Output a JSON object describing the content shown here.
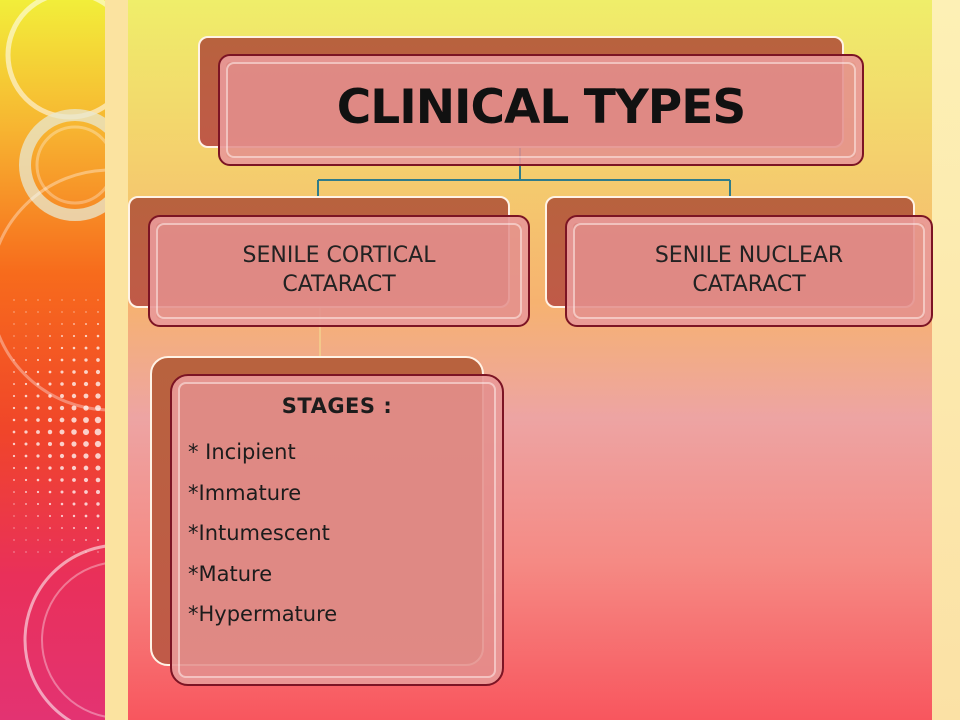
{
  "diagram": {
    "title": "CLINICAL TYPES",
    "branches": [
      {
        "label": "SENILE CORTICAL CATARACT"
      },
      {
        "label": "SENILE NUCLEAR CATARACT"
      }
    ],
    "stages": {
      "heading": "STAGES :",
      "items": [
        "* Incipient",
        "*Immature",
        "*Intumescent",
        "*Mature",
        "*Hypermature"
      ]
    }
  },
  "colors": {
    "connector": "#2f7c8a",
    "box_border": "#7c1424",
    "box_fill": "#e48f8d",
    "back_fill": "#b8623e"
  }
}
